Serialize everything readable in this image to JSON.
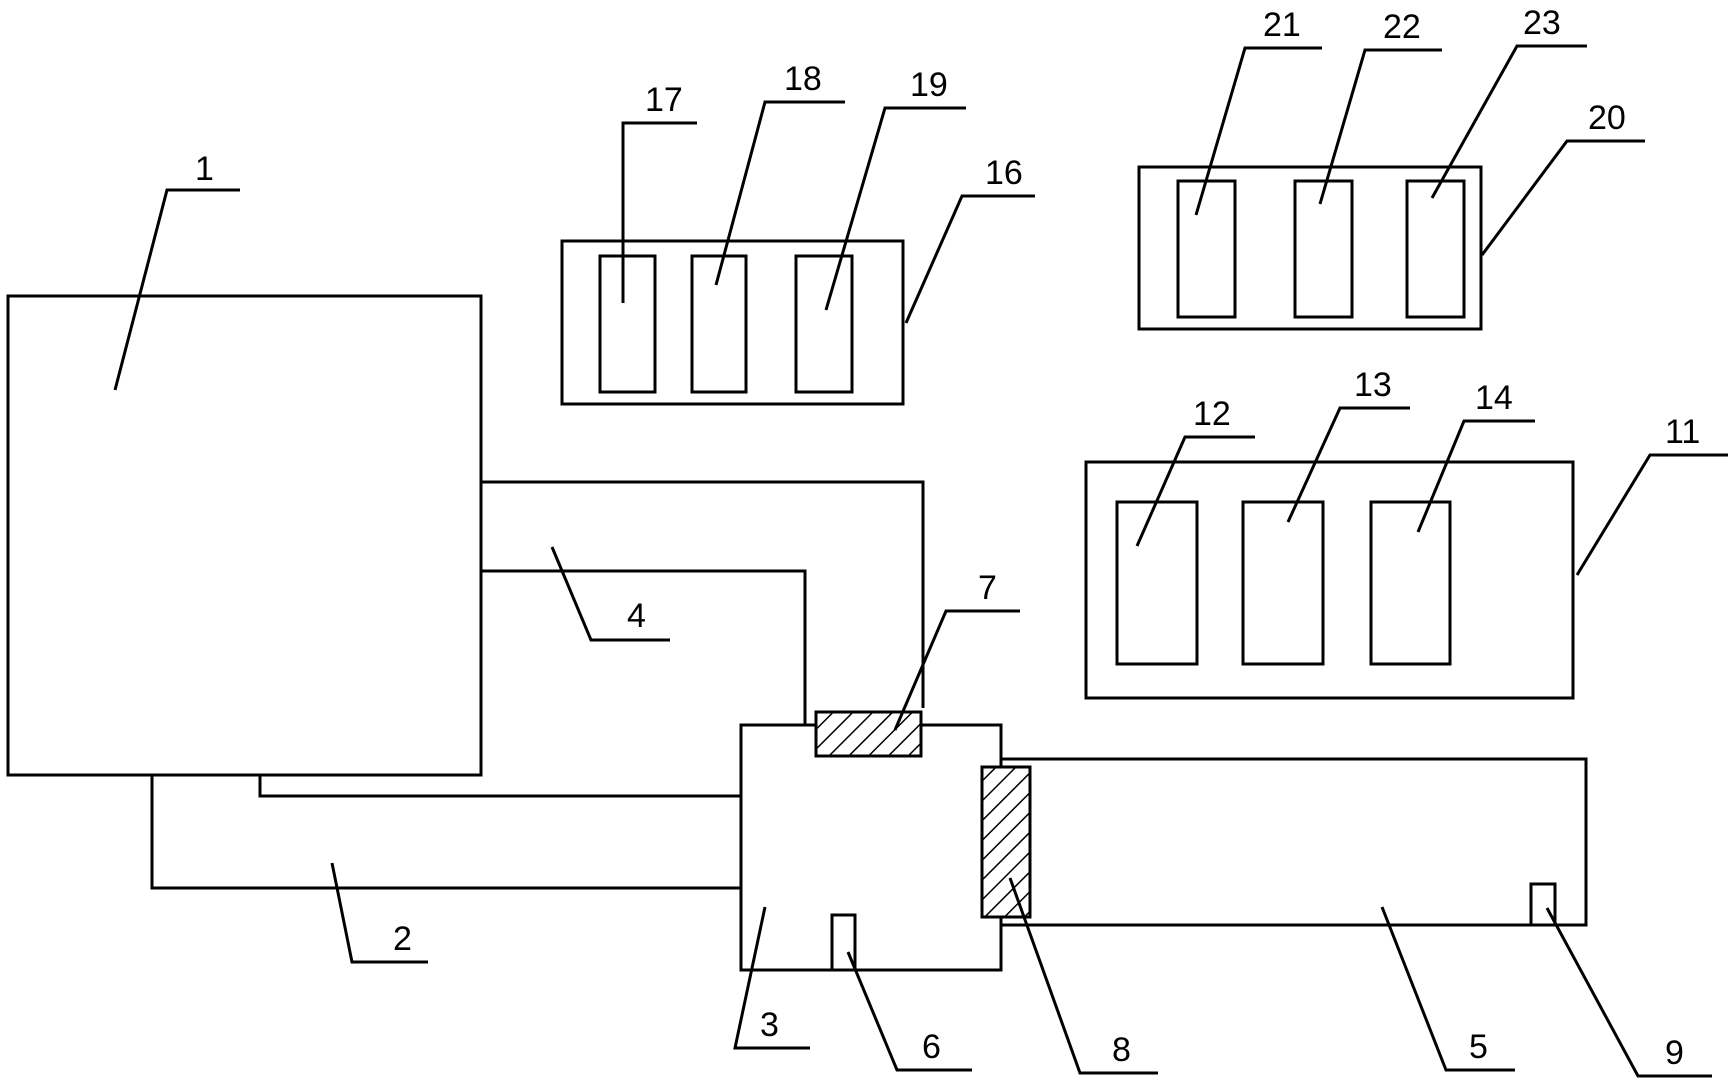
{
  "labels": {
    "l1": "1",
    "l2": "2",
    "l3": "3",
    "l4": "4",
    "l5": "5",
    "l6": "6",
    "l7": "7",
    "l8": "8",
    "l9": "9",
    "l11": "11",
    "l12": "12",
    "l13": "13",
    "l14": "14",
    "l16": "16",
    "l17": "17",
    "l18": "18",
    "l19": "19",
    "l20": "20",
    "l21": "21",
    "l22": "22",
    "l23": "23"
  }
}
